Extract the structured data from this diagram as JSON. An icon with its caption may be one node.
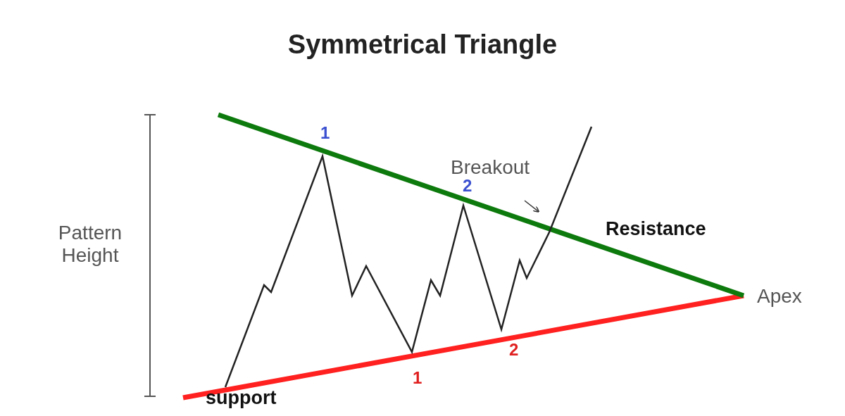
{
  "diagram": {
    "title": "Symmetrical Triangle",
    "labels": [
      "1",
      "Breakout",
      "2",
      "Resistance",
      "Pattern Height",
      "Apex",
      "2",
      "1",
      "support"
    ]
  }
}
